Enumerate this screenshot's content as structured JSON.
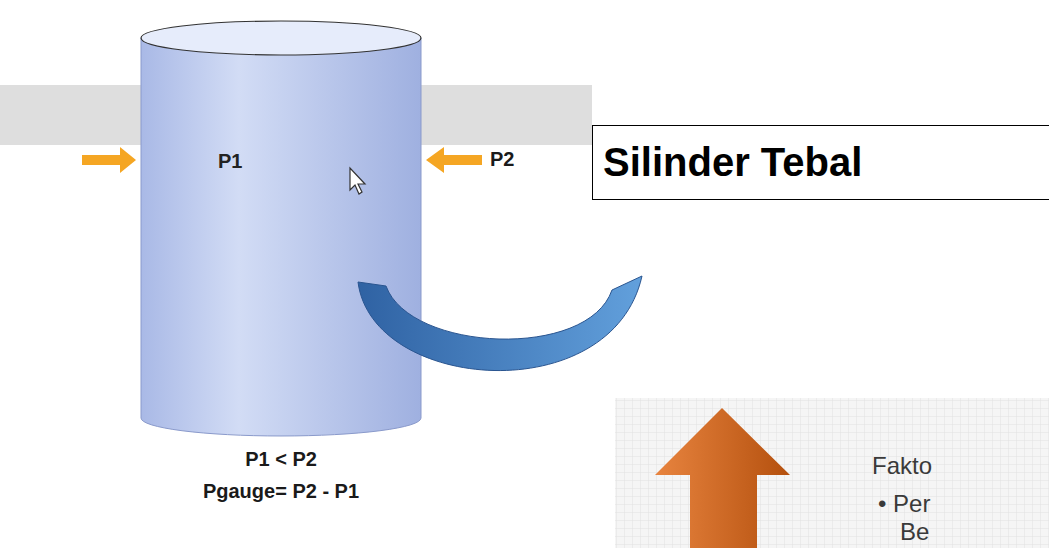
{
  "diagram": {
    "nodes": [
      {
        "text": [
          "P1"
        ]
      },
      {
        "text": [
          "Silinder Tebal"
        ]
      }
    ],
    "labels": [
      "P2",
      "P1 < P2",
      "Pgauge= P2 - P1",
      "Fakto",
      "• Per",
      "Be"
    ]
  }
}
